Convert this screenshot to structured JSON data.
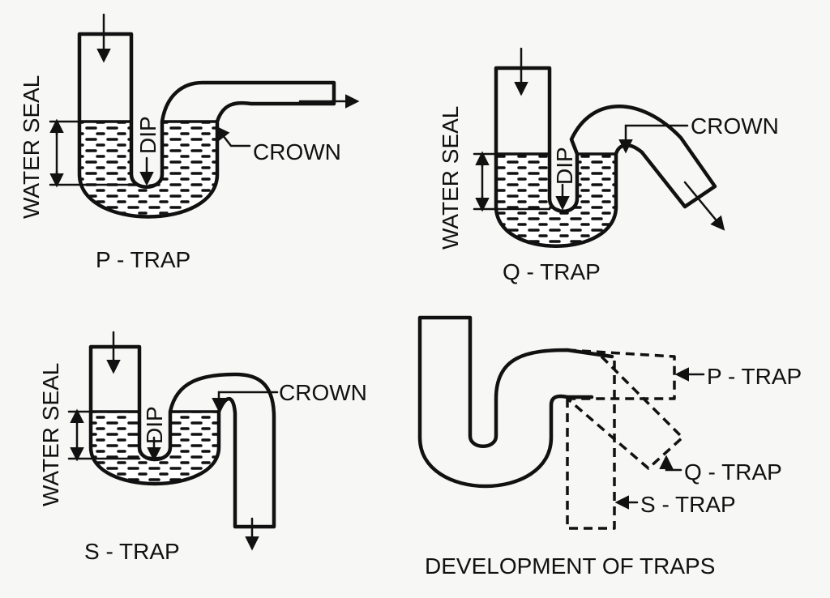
{
  "diagram": {
    "colors": {
      "ink": "#111111",
      "paper": "#f7f7f5"
    },
    "p_trap": {
      "title": "P - TRAP",
      "water_seal": "WATER SEAL",
      "dip": "DIP",
      "crown": "CROWN"
    },
    "q_trap": {
      "title": "Q - TRAP",
      "water_seal": "WATER SEAL",
      "dip": "DIP",
      "crown": "CROWN"
    },
    "s_trap": {
      "title": "S - TRAP",
      "water_seal": "WATER SEAL",
      "dip": "DIP",
      "crown": "CROWN"
    },
    "development": {
      "title": "DEVELOPMENT OF TRAPS",
      "p_label": "P - TRAP",
      "q_label": "Q - TRAP",
      "s_label": "S - TRAP"
    }
  }
}
